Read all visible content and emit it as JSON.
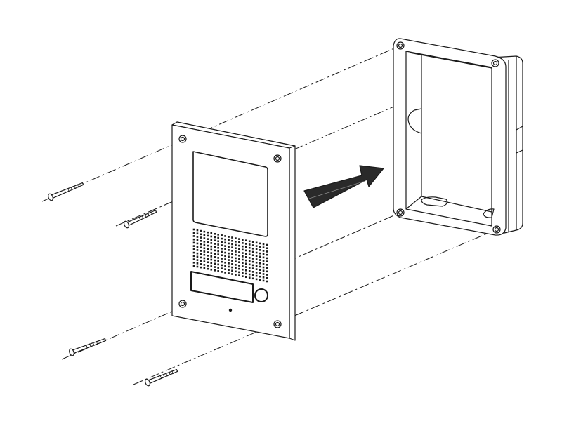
{
  "diagram": {
    "subject": "door-station-panel-mounting",
    "colors": {
      "line": "#1a1a1a",
      "background": "#ffffff",
      "arrow": "#222222"
    },
    "grille": {
      "rows": 12,
      "cols": 22
    },
    "parts": [
      "wall-anchor",
      "front-panel",
      "direction-arrow",
      "surface-mount-box"
    ]
  }
}
